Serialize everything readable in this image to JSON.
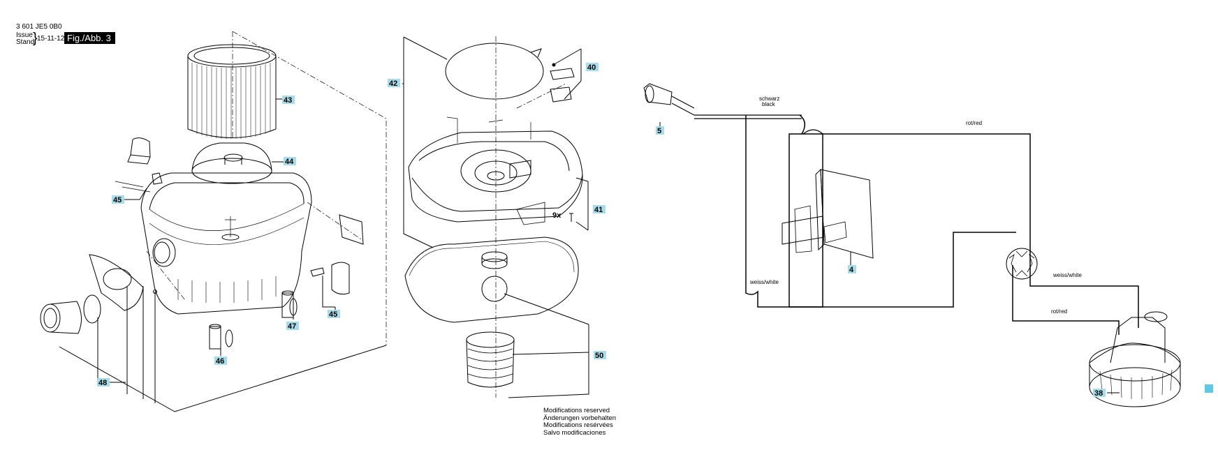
{
  "header": {
    "code": "3 601 JE5 0B0",
    "issue_label": "Issue",
    "stand_label": "Stand",
    "date": "15-11-12",
    "figure": "Fig./Abb. 3"
  },
  "notes": [
    "Modifications reserved",
    "Änderungen vorbehalten",
    "Modifications resérvées",
    "Salvo modificaciones"
  ],
  "multiplier": "9x",
  "parts": [
    "43",
    "44",
    "45",
    "45",
    "46",
    "47",
    "48",
    "42",
    "40",
    "41",
    "50",
    "5",
    "4",
    "38"
  ],
  "wire_labels": [
    "schwarz",
    "black",
    "rot/red",
    "weiss/white",
    "weiss/white",
    "rot/red"
  ],
  "colors": {
    "label_bg": "#a8dcea",
    "line": "#000000",
    "accent_square": "#5fc8e6"
  }
}
